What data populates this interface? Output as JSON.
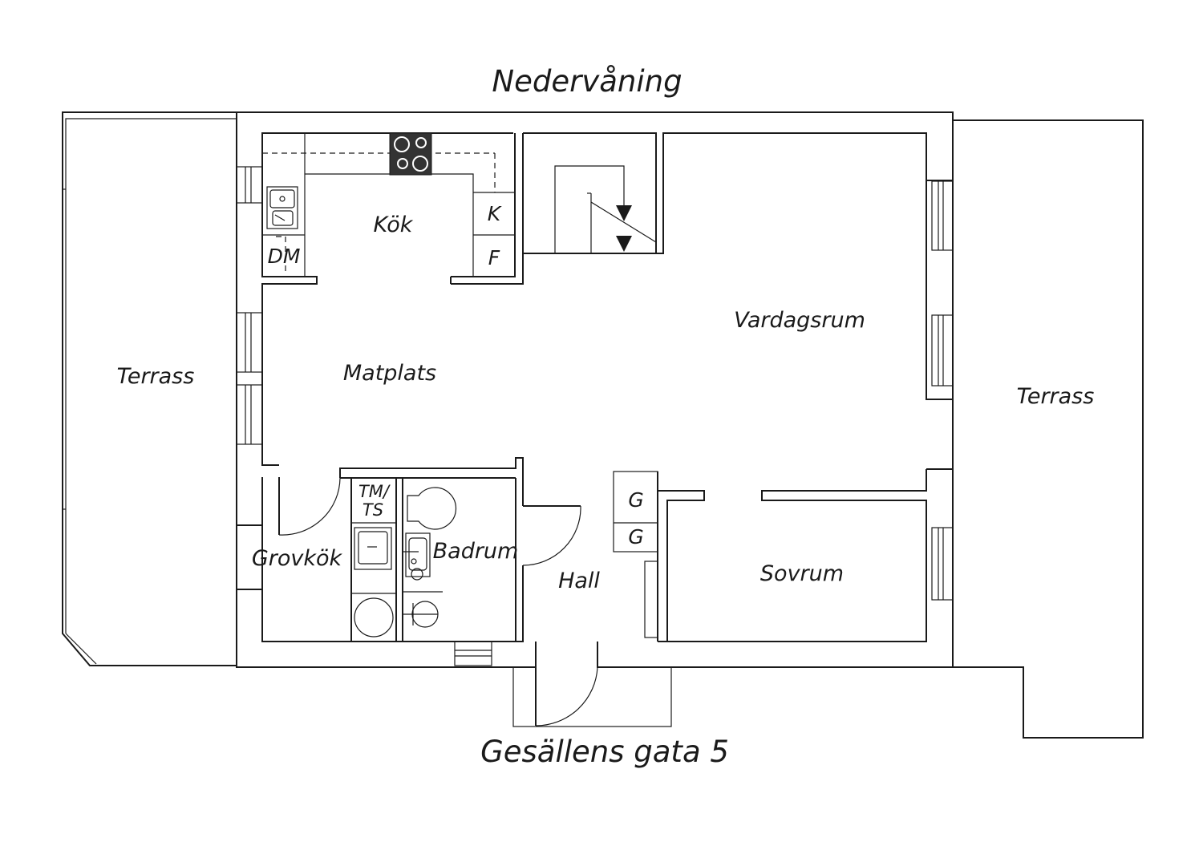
{
  "plan": {
    "title": "Nedervåning",
    "address": "Gesällens gata 5"
  },
  "rooms": {
    "terrace_left": "Terrass",
    "terrace_right": "Terrass",
    "kitchen": "Kök",
    "dining": "Matplats",
    "living": "Vardagsrum",
    "utility": "Grovkök",
    "bathroom": "Badrum",
    "hall": "Hall",
    "bedroom": "Sovrum"
  },
  "fixtures": {
    "fridge": "K",
    "freezer": "F",
    "dishwasher": "DM",
    "washer_dryer_line1": "TM/",
    "washer_dryer_line2": "TS",
    "wardrobe_1": "G",
    "wardrobe_2": "G"
  },
  "colors": {
    "line": "#1a1a1a",
    "stove": "#333333",
    "background": "#ffffff"
  }
}
